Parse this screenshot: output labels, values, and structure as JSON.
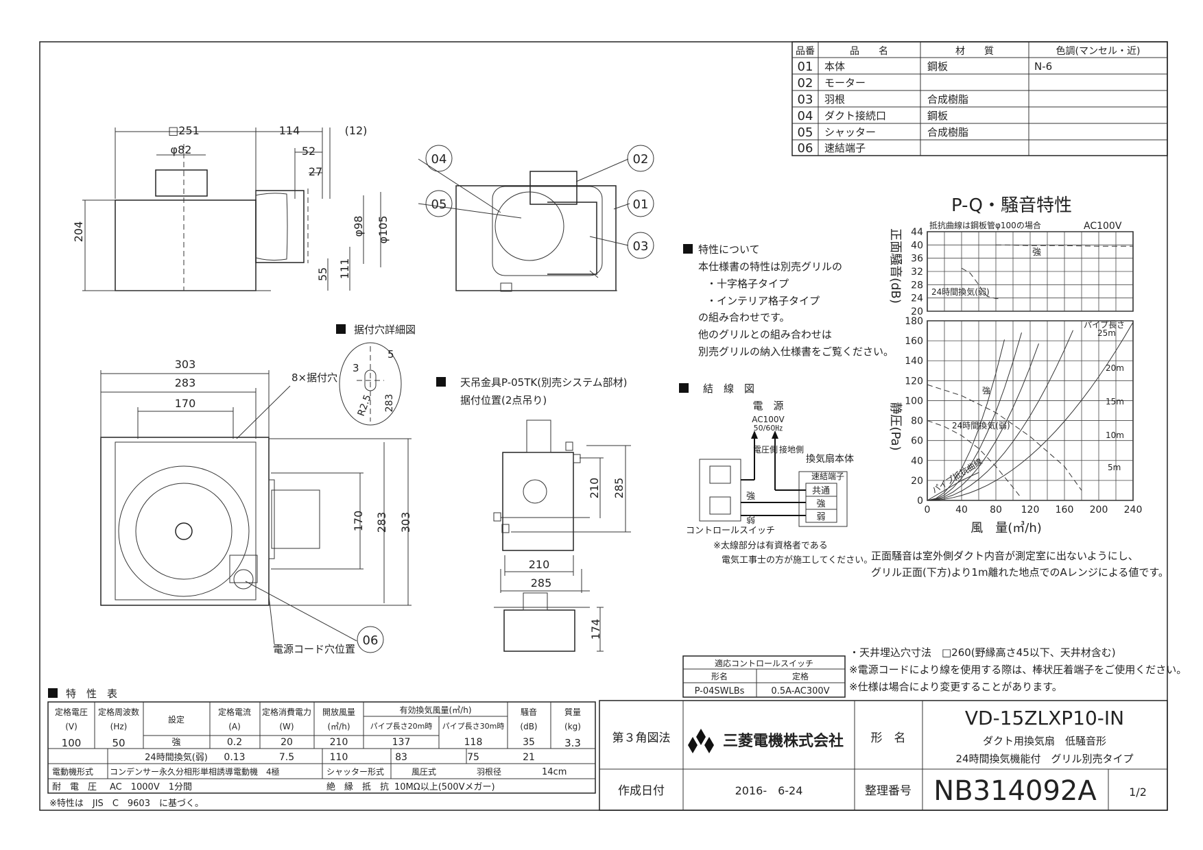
{
  "parts_table": {
    "headers": [
      "品番",
      "品　　名",
      "材　　質",
      "色調(マンセル・近)"
    ],
    "rows": [
      [
        "01",
        "本体",
        "鋼板",
        "N-6"
      ],
      [
        "02",
        "モーター",
        "",
        ""
      ],
      [
        "03",
        "羽根",
        "合成樹脂",
        ""
      ],
      [
        "04",
        "ダクト接続口",
        "鋼板",
        ""
      ],
      [
        "05",
        "シャッター",
        "合成樹脂",
        ""
      ],
      [
        "06",
        "速結端子",
        "",
        ""
      ]
    ]
  },
  "front_view": {
    "dims": [
      "□251",
      "114",
      "(12)",
      "φ82",
      "52",
      "27",
      "204",
      "φ98",
      "φ105",
      "55",
      "111"
    ]
  },
  "side_view": {
    "callouts": [
      "04",
      "02",
      "05",
      "01",
      "03"
    ]
  },
  "plan_view": {
    "dims": [
      "303",
      "283",
      "170",
      "8×据付穴",
      "170",
      "283",
      "303"
    ],
    "callout": "06",
    "cord_label": "電源コード穴位置"
  },
  "mount_hole": {
    "title": "据付穴詳細図",
    "dims": [
      "5",
      "3",
      "R2.5",
      "283"
    ]
  },
  "hanger": {
    "title": "天吊金具P-05TK(別売システム部材)",
    "subtitle": "据付位置(2点吊り)",
    "dims": [
      "210",
      "285",
      "210",
      "285",
      "174"
    ]
  },
  "notes": {
    "title": "特性について",
    "lines": [
      "本仕様書の特性は別売グリルの",
      "・十字格子タイプ",
      "・インテリア格子タイプ",
      "の組み合わせです。",
      "他のグリルとの組み合わせは",
      "別売グリルの納入仕様書をご覧ください。"
    ]
  },
  "wiring": {
    "title": "結　線　図",
    "power": "電　源",
    "ac": "AC100V",
    "hz": "50/60㎐",
    "v_side": "電圧側",
    "ground": "接地側",
    "unit": "換気扇本体",
    "terminal": "速結端子",
    "terms": [
      "共通",
      "強",
      "弱"
    ],
    "strong": "強",
    "weak": "弱",
    "switch": "コントロールスイッチ",
    "note1": "※太線部分は有資格者である",
    "note2": "電気工事士の方が施工してください。"
  },
  "chart_header": {
    "title": "P-Q・騒音特性",
    "condition": "抵抗曲線は鋼板管φ100の場合",
    "voltage": "AC100V"
  },
  "chart_data": [
    {
      "type": "line",
      "ylabel": "正面騒音(dB)",
      "ylim": [
        20,
        44
      ],
      "xlim": [
        0,
        240
      ],
      "y_ticks": [
        "44",
        "40",
        "36",
        "32",
        "28",
        "24",
        "20"
      ],
      "series": [
        {
          "name": "強",
          "x": [
            80,
            90,
            120,
            160,
            200,
            240
          ],
          "y": [
            40,
            40,
            39.8,
            39.8,
            39.6,
            39.6
          ]
        },
        {
          "name": "24時間換気(弱)",
          "x": [
            40,
            50,
            60,
            65,
            70,
            80,
            83
          ],
          "y": [
            33,
            31.5,
            28,
            26,
            24.5,
            23.8,
            23.8
          ]
        }
      ]
    },
    {
      "type": "line",
      "xlabel": "風　量(㎥/h)",
      "ylabel": "静圧(Pa)",
      "xlim": [
        0,
        240
      ],
      "ylim": [
        0,
        180
      ],
      "x_ticks": [
        "0",
        "40",
        "80",
        "120",
        "160",
        "200",
        "240"
      ],
      "y_ticks": [
        "180",
        "160",
        "140",
        "120",
        "100",
        "80",
        "60",
        "40",
        "20",
        "0"
      ],
      "series": [
        {
          "name": "強",
          "x": [
            0,
            40,
            80,
            120,
            160,
            180
          ],
          "y": [
            116,
            105,
            88,
            64,
            34,
            10
          ]
        },
        {
          "name": "24時間換気(弱)",
          "x": [
            0,
            20,
            40,
            60,
            80,
            100,
            110
          ],
          "y": [
            80,
            74,
            65,
            52,
            34,
            13,
            2
          ]
        },
        {
          "name": "パイプ抵抗曲線",
          "x": [
            0,
            20,
            40,
            60
          ],
          "y": [
            0,
            10,
            20,
            28
          ]
        }
      ],
      "pipe_lengths": [
        "パイプ長さ",
        "25m",
        "20m",
        "15m",
        "10m",
        "5m"
      ]
    }
  ],
  "chart_note": [
    "正面騒音は室外側ダクト内音が測定室に出ないようにし、",
    "グリル正面(下方)より1m離れた地点でのAレンジによる値です。"
  ],
  "switch_table": {
    "title": "適応コントロールスイッチ",
    "col1": "形名",
    "col2": "定格",
    "model": "P-04SWLBs",
    "rating": "0.5A-AC300V"
  },
  "side_notes": [
    "・天井埋込穴寸法　□260(野縁高さ45以下、天井材含む)",
    "※電源コードにより線を使用する際は、棒状圧着端子をご使用ください。",
    "※仕様は場合により変更することがあります。"
  ],
  "spec": {
    "title": "特　性　表",
    "headers": [
      "定格電圧",
      "定格周波数",
      "設定",
      "定格電流",
      "定格消費電力",
      "開放風量",
      "有効換気風量(㎥/h)",
      "騒音",
      "質量"
    ],
    "units": [
      "(V)",
      "(Hz)",
      "(A)",
      "(W)",
      "(㎥/h)",
      "パイプ長さ20m時",
      "パイプ長さ30m時",
      "(dB)",
      "(kg)"
    ],
    "voltage": "100",
    "freq": "50",
    "mass": "3.3",
    "rows": [
      [
        "強",
        "0.2",
        "20",
        "210",
        "137",
        "118",
        "35"
      ],
      [
        "24時間換気(弱)",
        "0.13",
        "7.5",
        "110",
        "83",
        "75",
        "21"
      ]
    ],
    "motor_label": "電動機形式",
    "motor": "コンデンサー永久分相形単相誘導電動機　4極",
    "shutter_label": "シャッター形式",
    "shutter": "風圧式",
    "blade_label": "羽根径",
    "blade": "14cm",
    "withstand_label": "耐　電　圧",
    "withstand": "AC　1000V　1分間",
    "insul_label": "絶　縁　抵　抗",
    "insul": "10MΩ以上(500Vメガー)",
    "footnote": "※特性は　JIS　C　9603　に基づく。"
  },
  "title_block": {
    "projection": "第３角図法",
    "company": "三菱電機株式会社",
    "model_label": "形　名",
    "model": "VD-15ZLXP10-IN",
    "desc1": "ダクト用換気扇　低騒音形",
    "desc2": "24時間換気機能付　グリル別売タイプ",
    "date_label": "作成日付",
    "date": "2016-　6-24",
    "number_label": "整理番号",
    "number": "NB314092A",
    "page": "1/2"
  }
}
